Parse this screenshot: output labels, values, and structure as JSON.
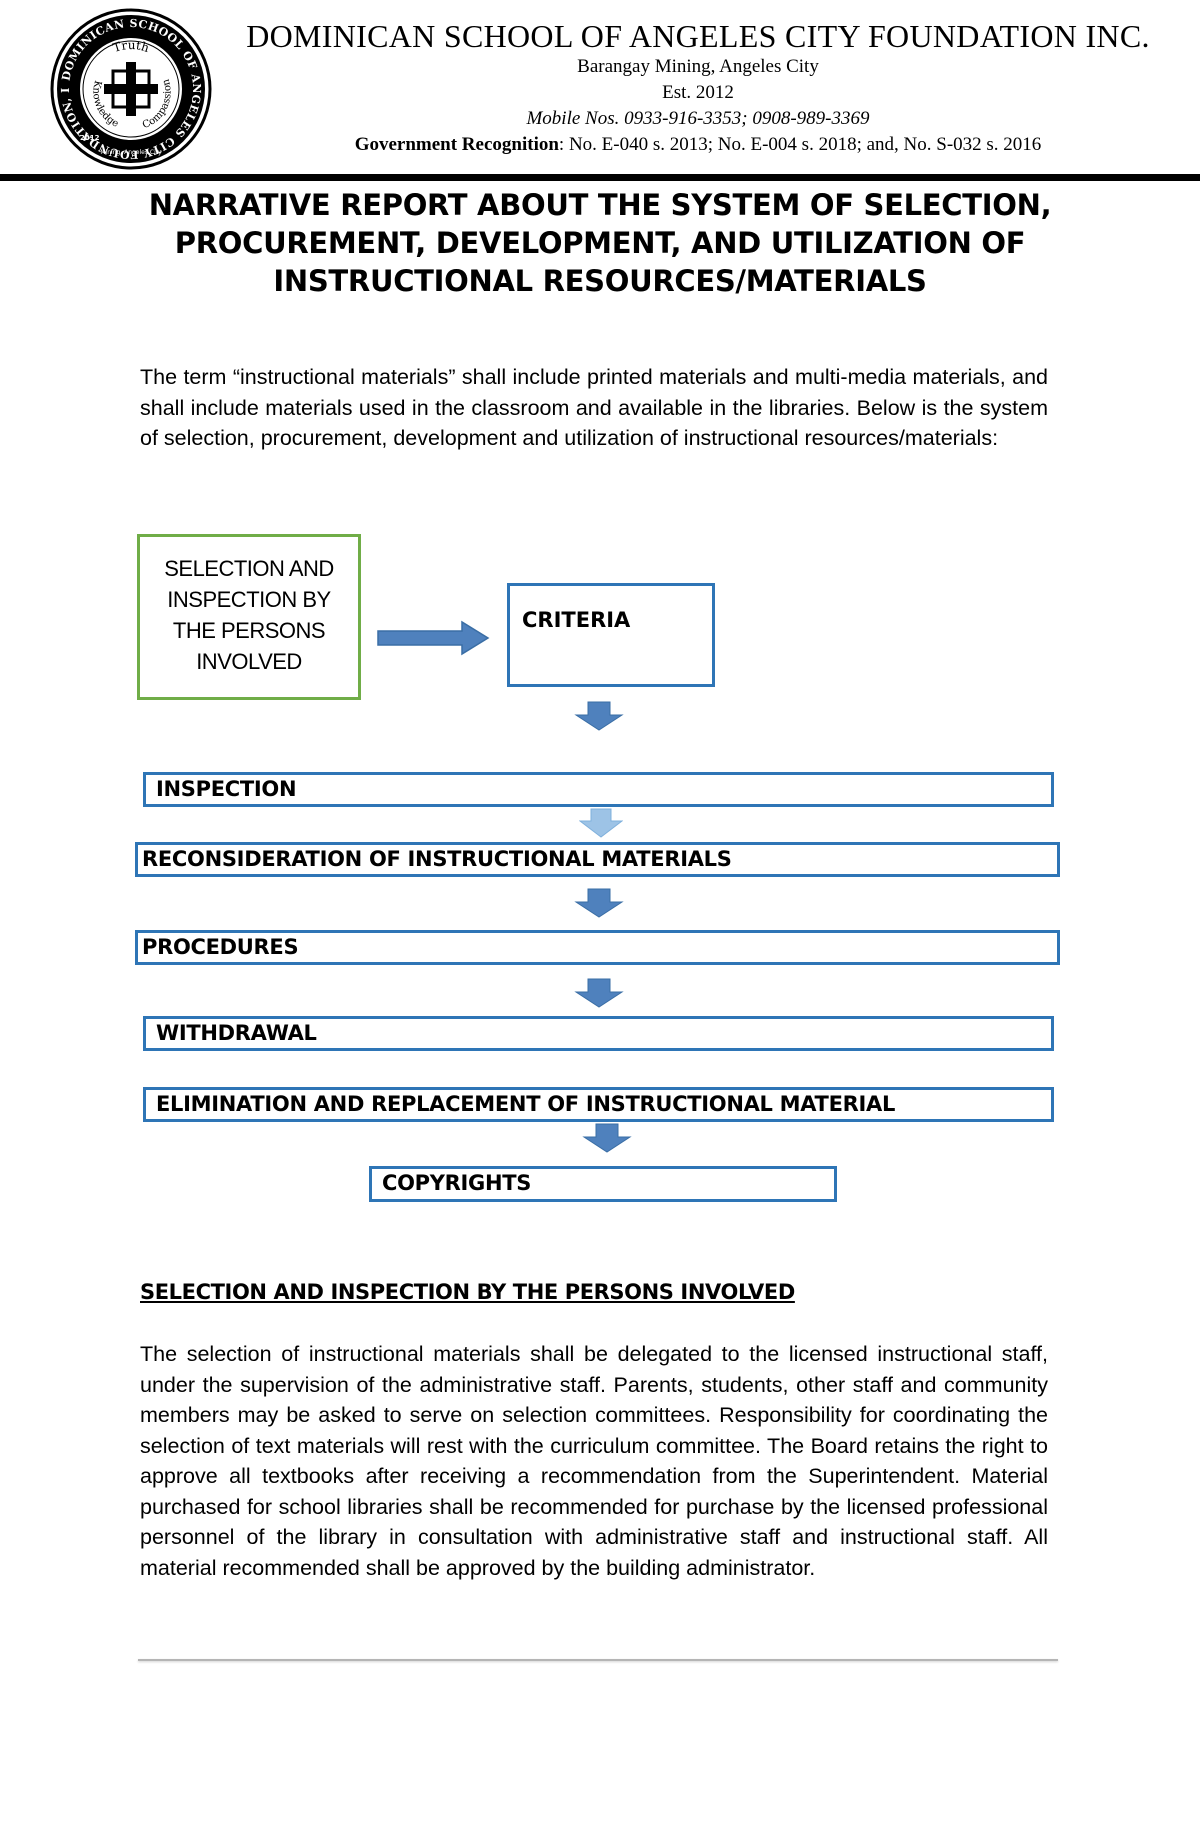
{
  "letterhead": {
    "seal": {
      "ring_text": "DOMINICAN SCHOOL OF ANGELES CITY FOUNDATION, INC.",
      "bottom_text": "Mining, Angeles City",
      "year": "2012",
      "inner_top": "Truth",
      "inner_left": "Knowledge",
      "inner_right": "Compassion"
    },
    "school_name": "DOMINICAN SCHOOL OF ANGELES CITY FOUNDATION INC.",
    "address": "Barangay Mining, Angeles City",
    "established": "Est. 2012",
    "mobile": "Mobile Nos.  0933-916-3353; 0908-989-3369",
    "gov_label": "Government Recognition",
    "gov_text": ": No. E-040 s. 2013; No. E-004 s. 2018; and, No. S-032 s. 2016"
  },
  "document": {
    "title_lines": [
      "NARRATIVE REPORT ABOUT THE SYSTEM OF SELECTION,",
      "PROCUREMENT, DEVELOPMENT, AND UTILIZATION OF",
      "INSTRUCTIONAL RESOURCES/MATERIALS"
    ],
    "intro": "The term “instructional materials” shall include printed materials and multi-media materials, and shall include materials used in the classroom and available in the libraries. Below is the system of selection, procurement, development and utilization of instructional resources/materials:"
  },
  "flowchart": {
    "start_lines": [
      "SELECTION AND",
      "INSPECTION BY",
      "THE PERSONS",
      "INVOLVED"
    ],
    "criteria": "CRITERIA",
    "steps": [
      "INSPECTION",
      "RECONSIDERATION OF INSTRUCTIONAL MATERIALS",
      "PROCEDURES",
      "WITHDRAWAL",
      "ELIMINATION AND REPLACEMENT OF INSTRUCTIONAL MATERIAL",
      "COPYRIGHTS"
    ],
    "colors": {
      "box_border": "#2e75b6",
      "start_border": "#70ad47",
      "arrow_fill": "#4f81bd",
      "arrow_light": "#9dc3e6"
    }
  },
  "section": {
    "heading": "SELECTION AND INSPECTION BY THE PERSONS INVOLVED",
    "body": "The selection of instructional materials shall be delegated to the licensed instructional staff, under the supervision of the administrative staff. Parents, students, other staff and community members may be asked to serve on selection committees. Responsibility for coordinating the selection of text materials will rest with the curriculum committee. The Board retains the right to approve all textbooks after receiving a recommendation from the Superintendent. Material purchased for school libraries shall be recommended for purchase by the licensed professional personnel of the library in consultation with administrative staff and instructional staff. All material recommended shall be approved by the building administrator."
  }
}
